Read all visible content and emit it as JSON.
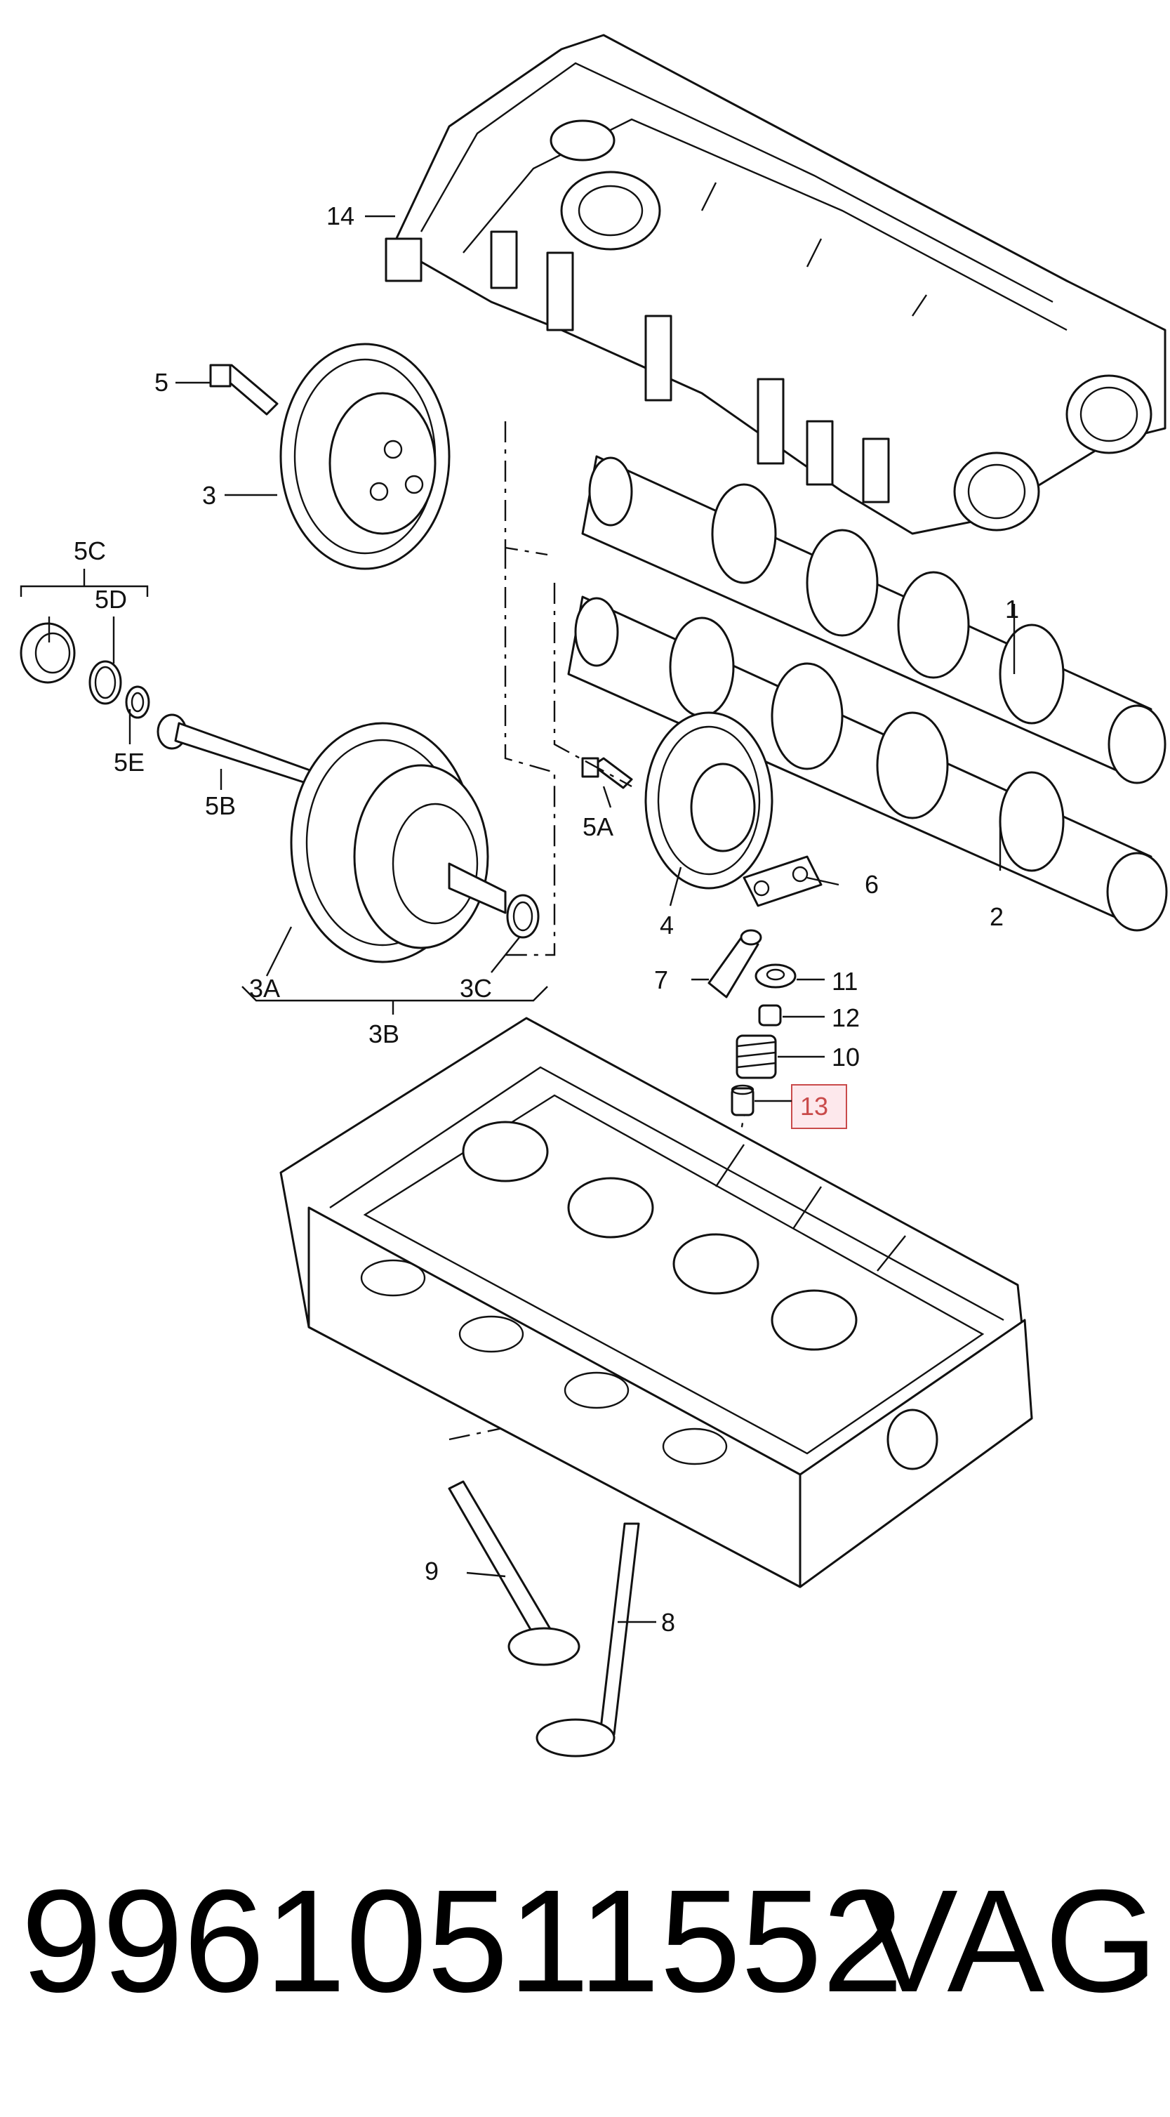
{
  "diagram": {
    "callouts": {
      "c1": "1",
      "c2": "2",
      "c3": "3",
      "c3A": "3A",
      "c3B": "3B",
      "c3C": "3C",
      "c4": "4",
      "c5": "5",
      "c5A": "5A",
      "c5B": "5B",
      "c5C": "5C",
      "c5D": "5D",
      "c5E": "5E",
      "c6": "6",
      "c7": "7",
      "c8": "8",
      "c9": "9",
      "c10": "10",
      "c11": "11",
      "c12": "12",
      "c13": "13",
      "c14": "14"
    },
    "highlight_color": "#c94a4a",
    "highlight_fill": "#fde8ec"
  },
  "footer": {
    "part_number": "99610511552",
    "brand": "VAG"
  }
}
